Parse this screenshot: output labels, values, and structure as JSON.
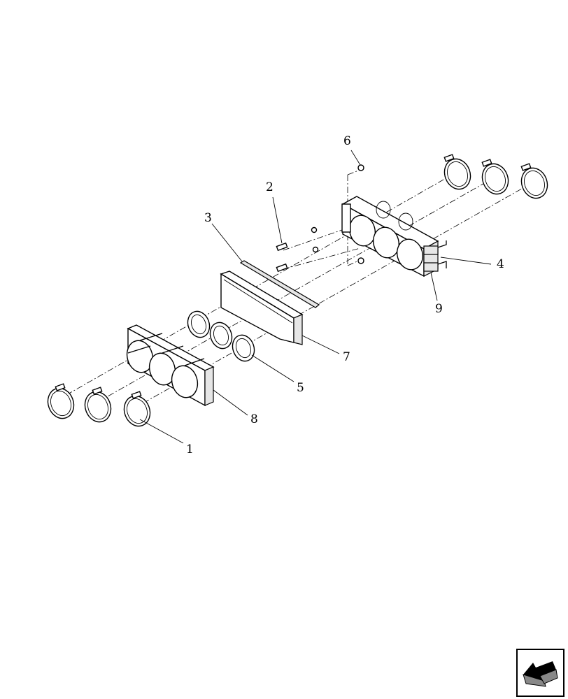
{
  "callouts": {
    "c1": "1",
    "c2": "2",
    "c3": "3",
    "c4": "4",
    "c5": "5",
    "c6": "6",
    "c7": "7",
    "c8": "8",
    "c9": "9"
  },
  "icons": {
    "nav": "navigation-arrow-icon"
  }
}
